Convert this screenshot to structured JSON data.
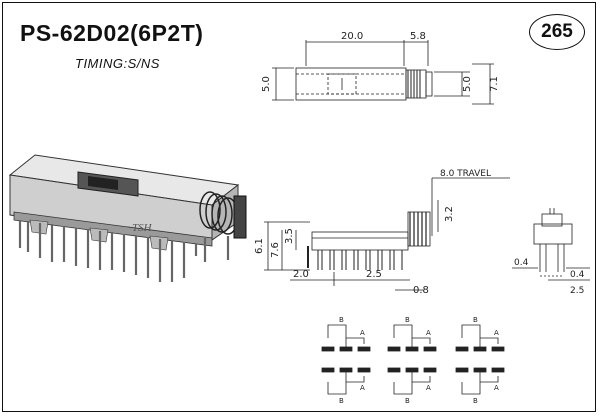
{
  "header": {
    "model": "PS-62D02(6P2T)",
    "timing": "TIMING:S/NS",
    "page_number": "265"
  },
  "product_photo": {
    "brand_marking": "TSH"
  },
  "top_view": {
    "dims": {
      "length": "20.0",
      "knob": "5.8",
      "height_left": "5.0",
      "height_inner": "5.0",
      "height_right": "7.1"
    }
  },
  "side_view": {
    "dims": {
      "travel": "8.0 TRAVEL",
      "spring_h": "3.2",
      "overall_h": "6.1",
      "body_h": "7.6",
      "pin_len": "3.5",
      "pitch_first": "2.0",
      "pitch": "2.5",
      "pin_w": "0.8"
    }
  },
  "end_view": {
    "dims": {
      "left": "0.4",
      "right": "0.4",
      "pin": "2.5"
    }
  },
  "schematic": {
    "labels": {
      "b": "B",
      "a": "A"
    }
  }
}
